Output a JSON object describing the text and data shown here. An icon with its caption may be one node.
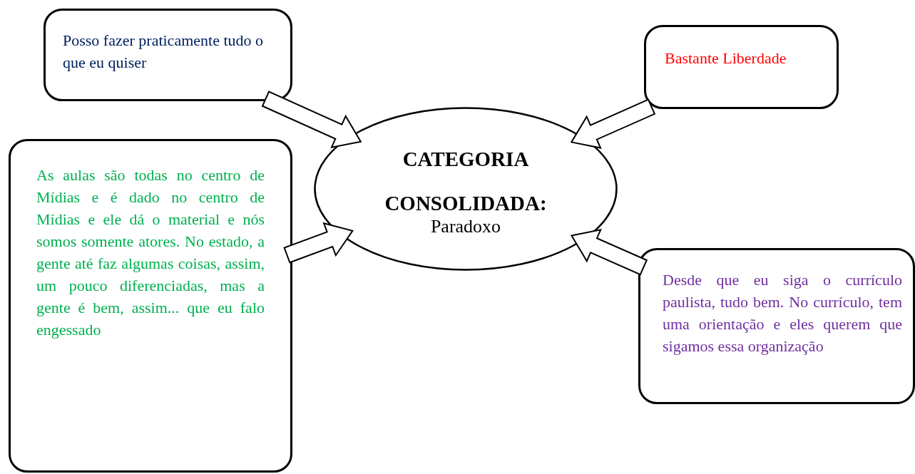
{
  "diagram": {
    "nodes": [
      {
        "text": [
          "CATEGORIA CONSOLIDADA:",
          "Paradoxo"
        ]
      },
      {
        "text": [
          "Posso fazer praticamente tudo o que eu quiser"
        ]
      },
      {
        "text": [
          "Bastante Liberdade"
        ]
      },
      {
        "text": [
          "As aulas são todas no centro de Mídias e é dado no centro de Mídias e ele dá o material e nós somos somente atores. No estado, a gente até faz algumas coisas, assim, um pouco diferenciadas, mas a gente é bem, assim... que eu falo engessado"
        ]
      },
      {
        "text": [
          "Desde que eu siga o currículo paulista, tudo bem. No currículo, tem uma orientação e eles querem que sigamos essa organização"
        ]
      }
    ],
    "edges": [
      {
        "from": 1,
        "to": 0,
        "arrow": "to"
      },
      {
        "from": 2,
        "to": 0,
        "arrow": "to"
      },
      {
        "from": 3,
        "to": 0,
        "arrow": "to"
      },
      {
        "from": 4,
        "to": 0,
        "arrow": "to"
      }
    ]
  }
}
